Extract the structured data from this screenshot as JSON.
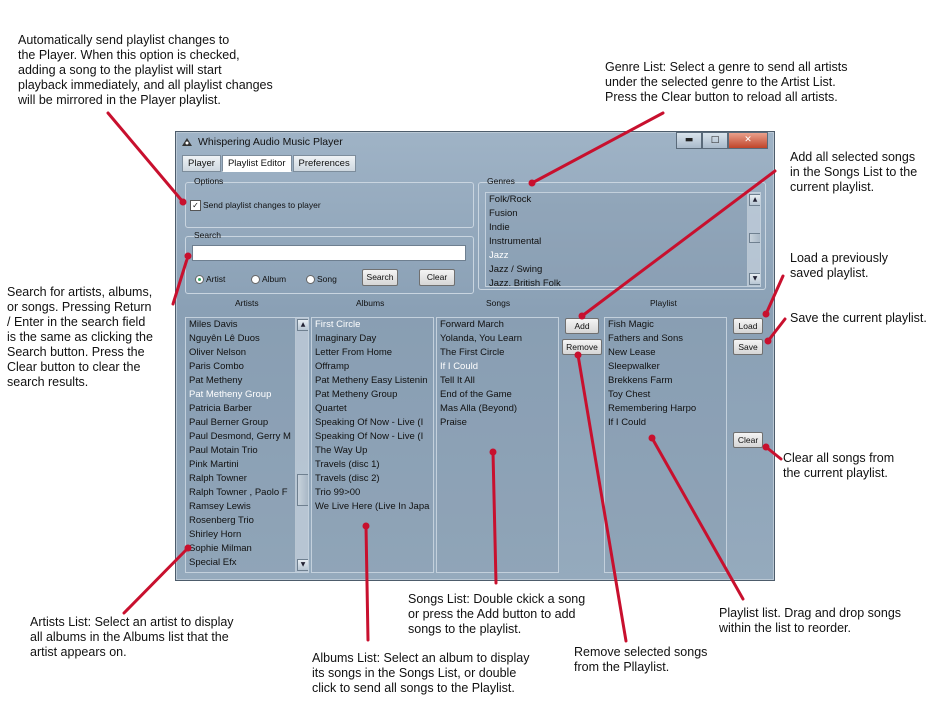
{
  "annotations": {
    "auto_send": "Automatically send playlist changes to\nthe Player.  When this option is checked,\nadding a song to the playlist will start\nplayback immediately, and all playlist changes\nwill be mirrored in the Player playlist.",
    "genre_list": "Genre List: Select a genre to send all artists\nunder the selected genre to the Artist List.\nPress the Clear button to reload all artists.",
    "add_songs": "Add all selected songs\nin the Songs List to the\ncurrent playlist.",
    "load": "Load a previously\nsaved playlist.",
    "save": "Save the current playlist.",
    "search": "Search for artists, albums,\nor songs. Pressing Return\n/ Enter in the search field\nis the same as clicking the\nSearch button. Press the\nClear button to clear the\nsearch results.",
    "clear_playlist": "Clear all songs from\nthe current playlist.",
    "artists_list": "Artists List: Select an artist to display\nall albums in the Albums list that the\nartist appears on.",
    "songs_list": "Songs List: Double ckick a song\nor press the Add button to add\nsongs to the playlist.",
    "playlist_list": "Playlist list.  Drag and drop songs\nwithin the list to reorder.",
    "remove": "Remove selected songs\nfrom the Pllaylist.",
    "albums_list": "Albums List: Select an album to display\nits songs in the Songs List, or double\nclick to send all songs to the Playlist."
  },
  "window": {
    "title": "Whispering Audio Music Player",
    "minimize": "▬",
    "maximize": "□",
    "close": "✕"
  },
  "tabs": [
    "Player",
    "Playlist Editor",
    "Preferences"
  ],
  "options": {
    "label": "Options",
    "send_changes": "Send playlist changes to player",
    "checked": true
  },
  "search": {
    "label": "Search",
    "value": "",
    "radios": [
      "Artist",
      "Album",
      "Song"
    ],
    "selected": "Artist",
    "search_button": "Search",
    "clear_button": "Clear"
  },
  "genres": {
    "label": "Genres",
    "items": [
      "Folk/Rock",
      "Fusion",
      "Indie",
      "Instrumental",
      "Jazz",
      "Jazz / Swing",
      "Jazz, British Folk"
    ],
    "selected": "Jazz"
  },
  "columns": {
    "artists": "Artists",
    "albums": "Albums",
    "songs": "Songs",
    "playlist": "Playlist"
  },
  "artists": {
    "items": [
      "Miles Davis",
      "Nguyên Lê Duos",
      "Oliver Nelson",
      "Paris Combo",
      "Pat Metheny",
      "Pat Metheny Group",
      "Patricia Barber",
      "Paul Berner Group",
      "Paul Desmond, Gerry M",
      "Paul Motain Trio",
      "Pink Martini",
      "Ralph Towner",
      "Ralph Towner , Paolo F",
      "Ramsey Lewis",
      "Rosenberg Trio",
      "Shirley Horn",
      "Sophie Milman",
      "Special Efx"
    ],
    "selected": "Pat Metheny Group"
  },
  "albums": {
    "items": [
      "First Circle",
      "Imaginary Day",
      "Letter From Home",
      "Offramp",
      "Pat Metheny Easy Listenin",
      "Pat Metheny Group",
      "Quartet",
      "Speaking Of Now - Live (I",
      "Speaking Of Now - Live (I",
      "The Way Up",
      "Travels (disc 1)",
      "Travels (disc 2)",
      "Trio 99>00",
      "We Live Here (Live In Japa"
    ],
    "selected": "First Circle"
  },
  "songs": {
    "items": [
      "Forward March",
      "Yolanda, You Learn",
      "The First Circle",
      "If I Could",
      "Tell It All",
      "End of the Game",
      "Mas Alla (Beyond)",
      "Praise"
    ],
    "selected": "If I Could"
  },
  "playlist": {
    "items": [
      "Fish Magic",
      "Fathers and Sons",
      "New Lease",
      "Sleepwalker",
      "Brekkens Farm",
      "Toy Chest",
      "Remembering Harpo",
      "If I Could"
    ]
  },
  "buttons": {
    "add": "Add",
    "remove": "Remove",
    "load": "Load",
    "save": "Save",
    "clear": "Clear"
  },
  "icons": {
    "scroll_up": "▲",
    "scroll_down": "▼"
  },
  "colors": {
    "arrow": "#c8102e"
  }
}
